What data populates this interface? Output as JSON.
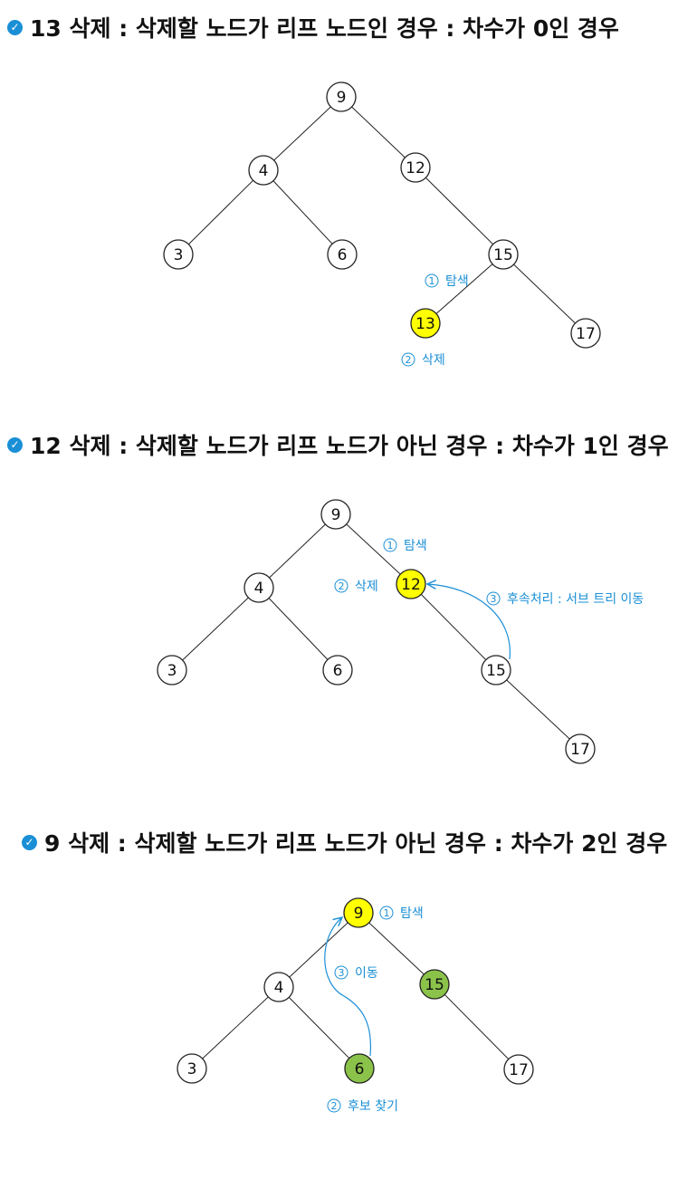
{
  "sections": [
    {
      "title": "13 삭제 : 삭제할 노드가 리프 노드인 경우 : 차수가 0인 경우",
      "nodes": {
        "n9": "9",
        "n4": "4",
        "n12": "12",
        "n3": "3",
        "n6": "6",
        "n15": "15",
        "n13": "13",
        "n17": "17"
      },
      "annotations": {
        "search_num": "1",
        "search_text": "탐색",
        "delete_num": "2",
        "delete_text": "삭제"
      },
      "colors": {
        "deleted": "#ffff00"
      }
    },
    {
      "title": "12 삭제 : 삭제할 노드가 리프 노드가 아닌 경우 : 차수가 1인 경우",
      "nodes": {
        "n9": "9",
        "n4": "4",
        "n12": "12",
        "n3": "3",
        "n6": "6",
        "n15": "15",
        "n17": "17"
      },
      "annotations": {
        "search_num": "1",
        "search_text": "탐색",
        "delete_num": "2",
        "delete_text": "삭제",
        "post_num": "3",
        "post_text": "후속처리 : 서브 트리 이동"
      },
      "colors": {
        "deleted": "#ffff00"
      }
    },
    {
      "title": "9 삭제 : 삭제할 노드가 리프 노드가 아닌 경우 : 차수가 2인 경우",
      "nodes": {
        "n9": "9",
        "n4": "4",
        "n15": "15",
        "n3": "3",
        "n6": "6",
        "n17": "17"
      },
      "annotations": {
        "search_num": "1",
        "search_text": "탐색",
        "cand_num": "2",
        "cand_text": "후보 찾기",
        "move_num": "3",
        "move_text": "이동"
      },
      "colors": {
        "deleted": "#ffff00",
        "candidate": "#8bc34a"
      }
    }
  ],
  "check_icon": "check-circle-icon",
  "colors": {
    "accent": "#1a8fd6",
    "line": "#222222"
  }
}
